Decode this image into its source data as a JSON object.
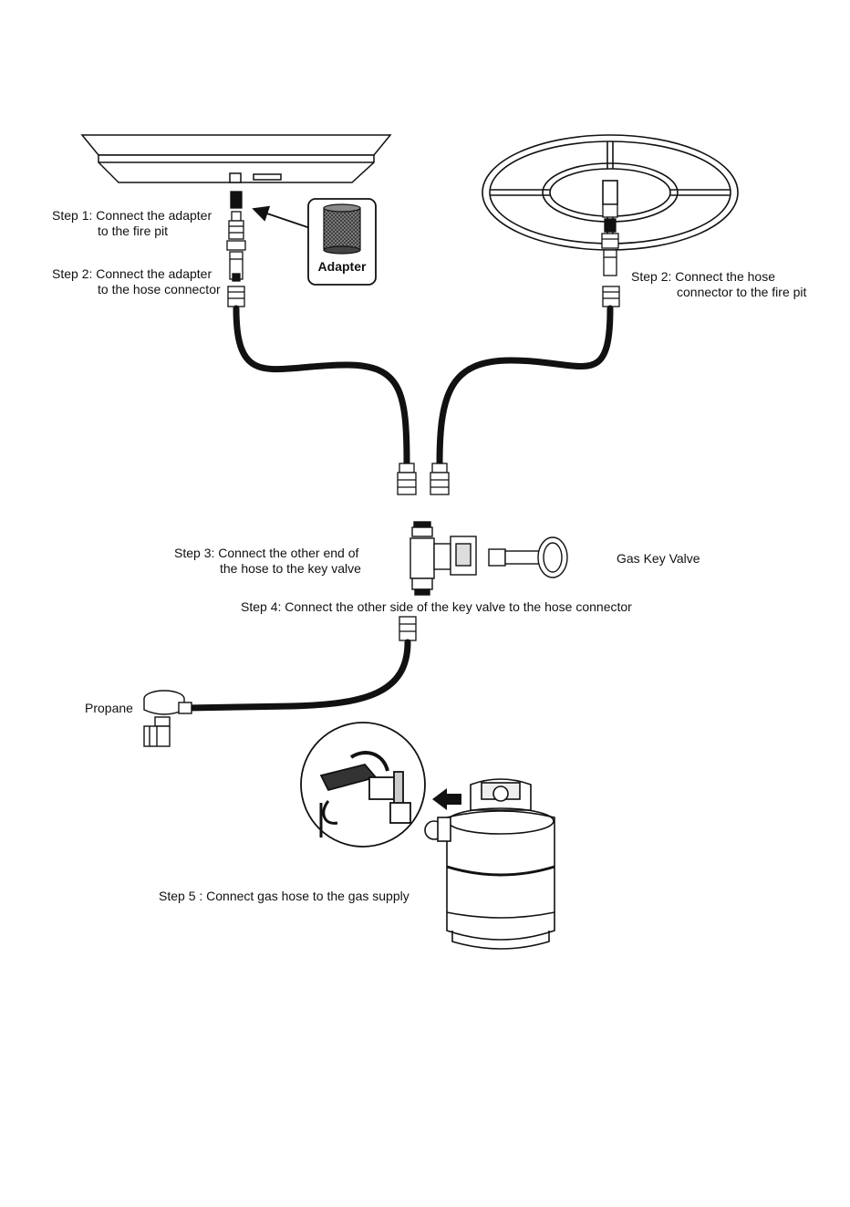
{
  "labels": {
    "step1": {
      "line1": "Step 1: Connect the adapter",
      "line2": "to the fire pit"
    },
    "step2_left": {
      "line1": "Step 2: Connect the adapter",
      "line2": "to the hose connector"
    },
    "adapter": "Adapter",
    "step2_right": {
      "line1": "Step 2: Connect the hose",
      "line2": "connector to the fire pit"
    },
    "step3": {
      "line1": "Step 3: Connect the other end of",
      "line2": "the hose to the key valve"
    },
    "gas_key_valve": "Gas Key Valve",
    "step4": "Step 4: Connect the other side of the key valve to the hose connector",
    "propane": "Propane",
    "step5": "Step 5 : Connect gas hose to the gas supply"
  },
  "colors": {
    "line": "#111111",
    "background": "#ffffff",
    "mesh": "#555555"
  },
  "icons": [
    "fire-pit-pan-icon",
    "burner-ring-icon",
    "adapter-icon",
    "hose-icon",
    "key-valve-icon",
    "gas-key-icon",
    "regulator-icon",
    "tank-valve-detail-icon",
    "propane-tank-icon",
    "arrow-icon"
  ]
}
